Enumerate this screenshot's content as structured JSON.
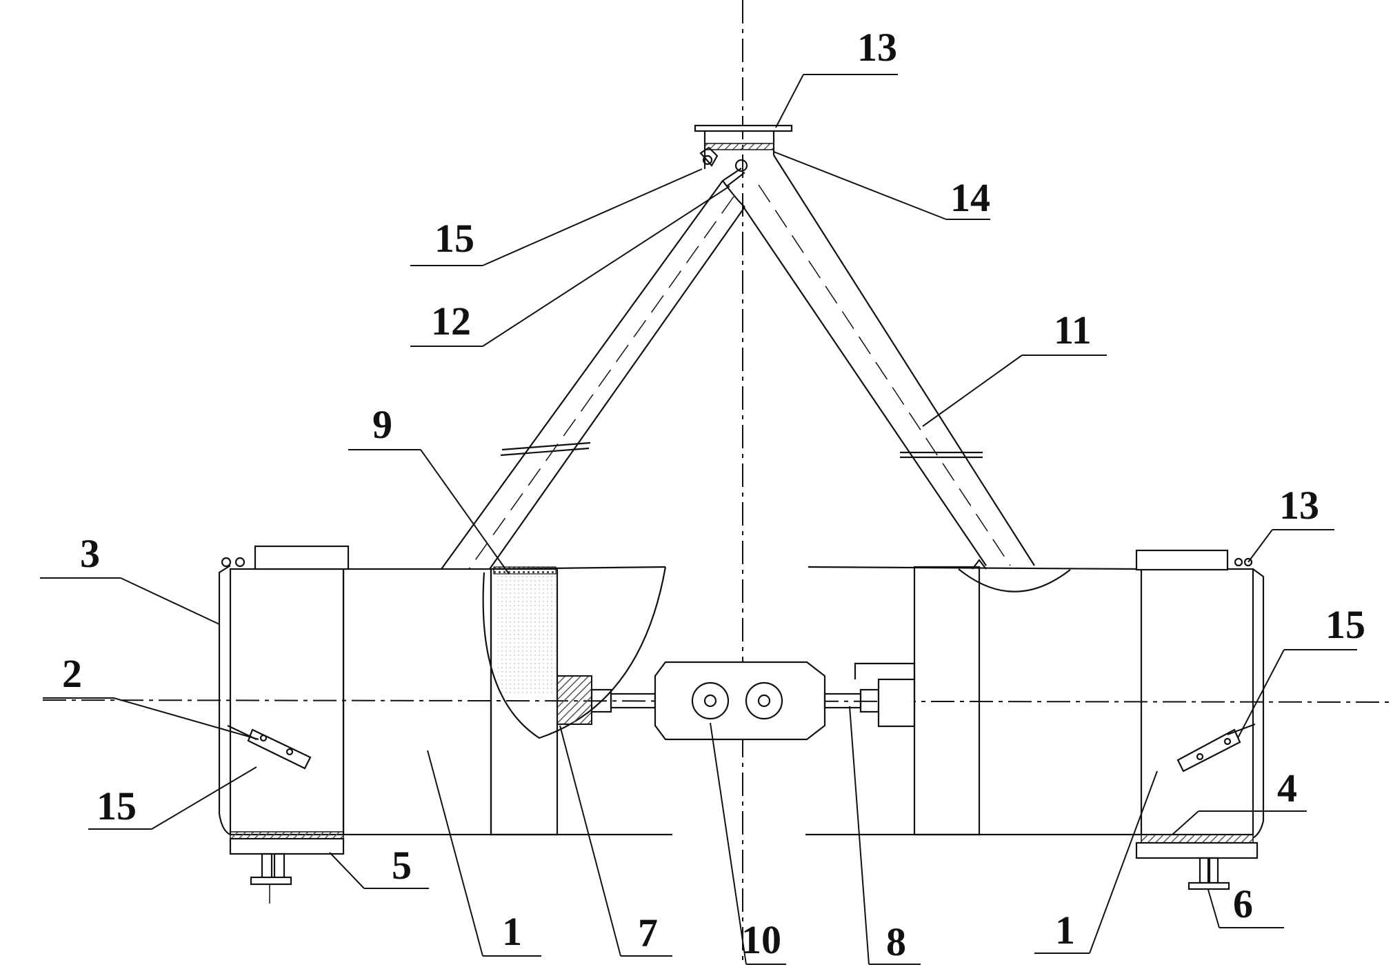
{
  "callouts": {
    "c13_top": "13",
    "c14": "14",
    "c15_top": "15",
    "c12": "12",
    "c11": "11",
    "c9": "9",
    "c13_right": "13",
    "c3": "3",
    "c15_right": "15",
    "c2": "2",
    "c15_left": "15",
    "c4": "4",
    "c5": "5",
    "c6": "6",
    "c1_left": "1",
    "c7": "7",
    "c10": "10",
    "c8": "8",
    "c1_right": "1"
  },
  "colors": {
    "line": "#111111",
    "background": "#ffffff",
    "filter_hatch": "#555555"
  }
}
